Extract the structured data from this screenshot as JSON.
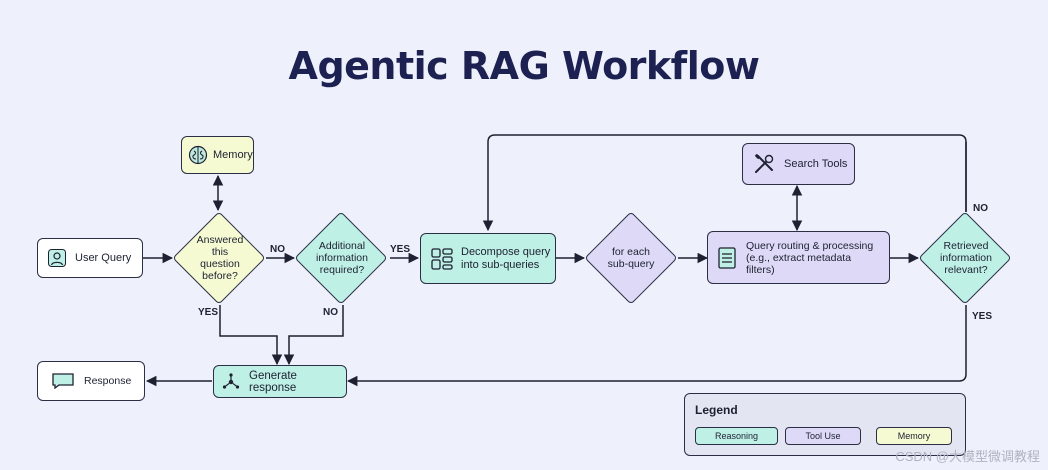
{
  "title": "Agentic RAG Workflow",
  "nodes": {
    "memory": "Memory",
    "user_query": "User Query",
    "answered_before": "Answered\nthis\nquestion\nbefore?",
    "additional_info": "Additional\ninformation\nrequired?",
    "decompose": "Decompose query\ninto sub-queries",
    "for_each": "for each\nsub-query",
    "search_tools": "Search Tools",
    "routing": "Query routing & processing\n(e.g., extract metadata\nfilters)",
    "retrieved_relevant": "Retrieved\ninformation\nrelevant?",
    "generate": "Generate response",
    "response": "Response"
  },
  "edges": {
    "no_1": "NO",
    "yes_1": "YES",
    "yes_2": "YES",
    "no_2": "NO",
    "no_3": "NO",
    "yes_3": "YES"
  },
  "legend": {
    "title": "Legend",
    "items": [
      {
        "label": "Reasoning",
        "color": "#bff0e6"
      },
      {
        "label": "Tool Use",
        "color": "#ddd9f6"
      },
      {
        "label": "Memory",
        "color": "#f6fad2"
      }
    ]
  },
  "watermark": "CSDN @大模型微调教程",
  "icons": [
    "brain-icon",
    "user-icon",
    "grid-icon",
    "tools-icon",
    "document-icon",
    "network-icon",
    "message-icon"
  ]
}
